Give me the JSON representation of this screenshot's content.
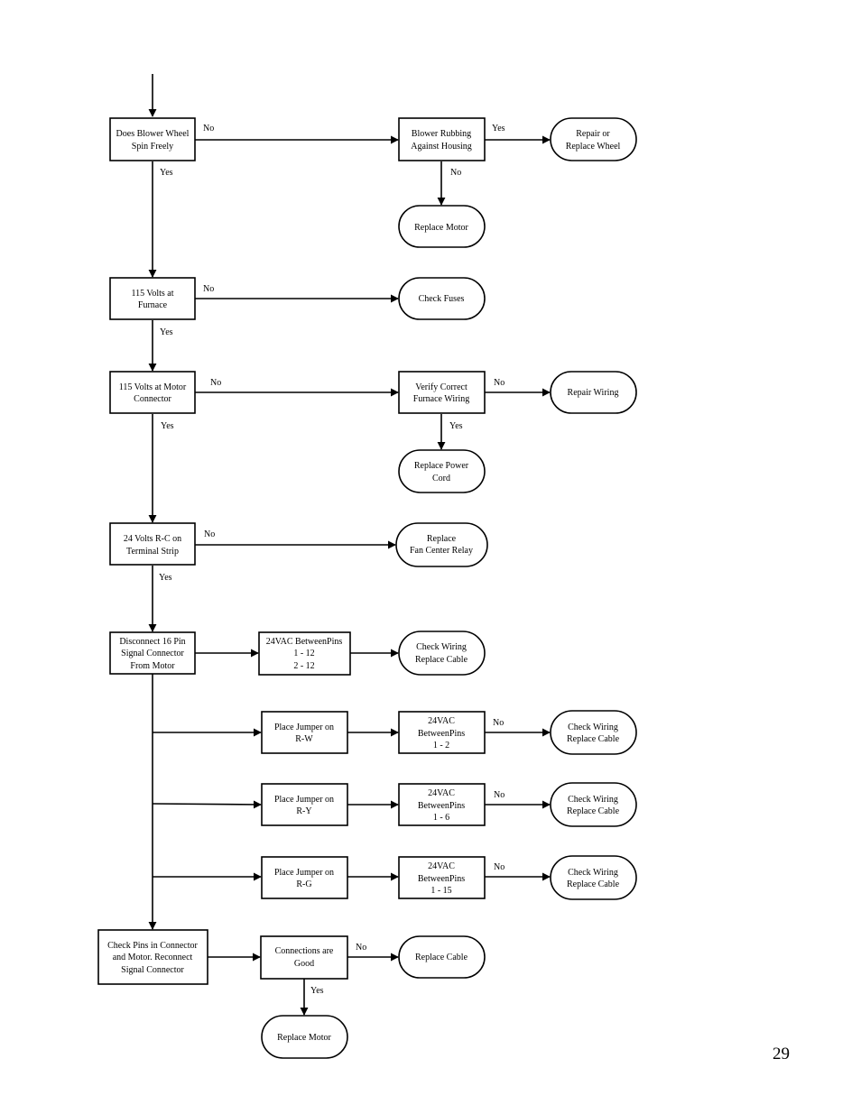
{
  "page_number": "29",
  "nodes": [
    {
      "id": "n1",
      "lines": [
        "Does Blower Wheel",
        "Spin Freely"
      ]
    },
    {
      "id": "n2",
      "lines": [
        "Blower Rubbing",
        "Against Housing"
      ]
    },
    {
      "id": "n3",
      "lines": [
        "Repair or",
        "Replace Wheel"
      ]
    },
    {
      "id": "n4",
      "lines": [
        "Replace Motor"
      ]
    },
    {
      "id": "n5",
      "lines": [
        "115 Volts at",
        "Furnace"
      ]
    },
    {
      "id": "n6",
      "lines": [
        "Check Fuses"
      ]
    },
    {
      "id": "n7",
      "lines": [
        "115 Volts at Motor",
        "Connector"
      ]
    },
    {
      "id": "n8",
      "lines": [
        "Verify Correct",
        "Furnace Wiring"
      ]
    },
    {
      "id": "n9",
      "lines": [
        "Repair Wiring"
      ]
    },
    {
      "id": "n10",
      "lines": [
        "Replace Power",
        "Cord"
      ]
    },
    {
      "id": "n11",
      "lines": [
        "24 Volts R-C on",
        "Terminal Strip"
      ]
    },
    {
      "id": "n12",
      "lines": [
        "Replace",
        "Fan Center Relay"
      ]
    },
    {
      "id": "n13",
      "lines": [
        "Disconnect 16 Pin",
        "Signal Connector",
        "From Motor"
      ]
    },
    {
      "id": "n14",
      "lines": [
        "24VAC BetweenPins",
        "1 - 12",
        "2 - 12"
      ]
    },
    {
      "id": "n15",
      "lines": [
        "Check Wiring",
        "Replace Cable"
      ]
    },
    {
      "id": "n16",
      "lines": [
        "Place Jumper on",
        "R-W"
      ]
    },
    {
      "id": "n17",
      "lines": [
        "24VAC",
        "BetweenPins",
        "1 - 2"
      ]
    },
    {
      "id": "n18",
      "lines": [
        "Check Wiring",
        "Replace Cable"
      ]
    },
    {
      "id": "n19",
      "lines": [
        "Place Jumper on",
        "R-Y"
      ]
    },
    {
      "id": "n20",
      "lines": [
        "24VAC",
        "BetweenPins",
        "1 - 6"
      ]
    },
    {
      "id": "n21",
      "lines": [
        "Check Wiring",
        "Replace Cable"
      ]
    },
    {
      "id": "n22",
      "lines": [
        "Place Jumper on",
        "R-G"
      ]
    },
    {
      "id": "n23",
      "lines": [
        "24VAC",
        "BetweenPins",
        "1 - 15"
      ]
    },
    {
      "id": "n24",
      "lines": [
        "Check Wiring",
        "Replace Cable"
      ]
    },
    {
      "id": "n25",
      "lines": [
        "Check Pins in Connector",
        "and Motor.  Reconnect",
        "Signal Connector"
      ]
    },
    {
      "id": "n26",
      "lines": [
        "Connections are",
        "Good"
      ]
    },
    {
      "id": "n27",
      "lines": [
        "Replace Cable"
      ]
    },
    {
      "id": "n28",
      "lines": [
        "Replace Motor"
      ]
    }
  ],
  "edge_labels": [
    {
      "id": "e1",
      "text": "No"
    },
    {
      "id": "e2",
      "text": "Yes"
    },
    {
      "id": "e3",
      "text": "Yes"
    },
    {
      "id": "e4",
      "text": "No"
    },
    {
      "id": "e5",
      "text": "No"
    },
    {
      "id": "e6",
      "text": "Yes"
    },
    {
      "id": "e7",
      "text": "No"
    },
    {
      "id": "e8",
      "text": "No"
    },
    {
      "id": "e9",
      "text": "Yes"
    },
    {
      "id": "e10",
      "text": "Yes"
    },
    {
      "id": "e11",
      "text": "No"
    },
    {
      "id": "e12",
      "text": "Yes"
    },
    {
      "id": "e13",
      "text": "No"
    },
    {
      "id": "e14",
      "text": "No"
    },
    {
      "id": "e15",
      "text": "No"
    },
    {
      "id": "e16",
      "text": "No"
    },
    {
      "id": "e17",
      "text": "Yes"
    }
  ]
}
